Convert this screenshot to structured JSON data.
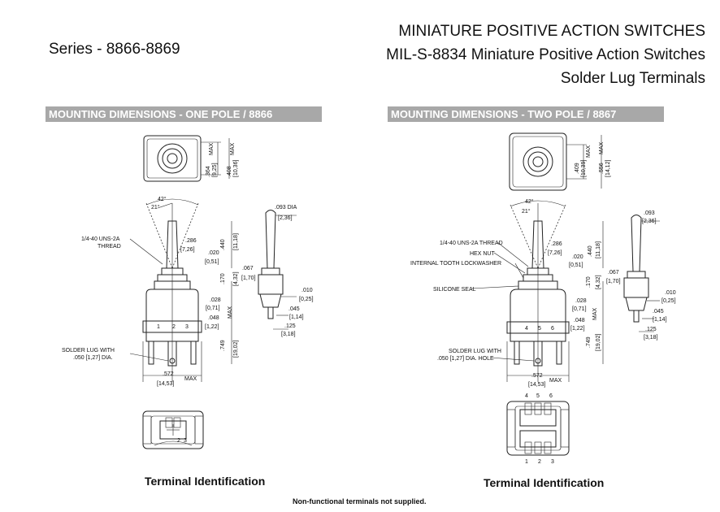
{
  "header": {
    "series": "Series - 8866-8869",
    "title_lines": [
      "MINIATURE POSITIVE ACTION SWITCHES",
      "MIL-S-8834 Miniature Positive Action Switches",
      "Solder Lug Terminals"
    ]
  },
  "sections": {
    "one_pole": "MOUNTING DIMENSIONS - ONE POLE / 8866",
    "two_pole": "MOUNTING DIMENSIONS - TWO POLE / 8867"
  },
  "one_pole_drawing": {
    "angle_42": "42°",
    "angle_21": "21°",
    "thread": [
      "1/4-40 UNS-2A",
      "THREAD"
    ],
    "top_dims": [
      ".364",
      "[9,25]",
      "MAX",
      ".408",
      "[10,36]",
      "MAX"
    ],
    "d_286": ".286",
    "d_726": "[7,26]",
    "d_020": ".020",
    "d_051": "[0,51]",
    "d_440": ".440",
    "d_1118": "[11,18]",
    "d_170": ".170",
    "d_432": "[4,32]",
    "d_028": ".028",
    "d_071": "[0,71]",
    "max": "MAX",
    "d_048": ".048",
    "d_122": "[1,22]",
    "d_749": ".749",
    "d_1902": "[19,02]",
    "d_572": ".572",
    "d_1453": "[14,53]",
    "terminals": [
      "1",
      "2",
      "3"
    ],
    "lug": [
      "SOLDER LUG WITH",
      ".050 [1,27] DIA."
    ],
    "side_093": ".093 DIA",
    "side_236": "[2,36]",
    "side_067": ".067",
    "side_170": "[1,70]",
    "side_010": ".010",
    "side_025": "[0,25]",
    "side_045": ".045",
    "side_114": "[1,14]",
    "side_125": ".125",
    "side_318": "[3,18]",
    "bottom_terms": [
      "2",
      "3"
    ]
  },
  "two_pole_drawing": {
    "angle_42": "42°",
    "angle_21": "21°",
    "callouts": [
      "1/4-40 UNS-2A THREAD",
      "HEX NUT",
      "INTERNAL TOOTH LOCKWASHER",
      "SILICONE SEAL"
    ],
    "top_dims": [
      ".409",
      "[10,39]",
      "MAX",
      ".556",
      "[14,12]",
      "MAX"
    ],
    "d_286": ".286",
    "d_726": "[7,26]",
    "d_020": ".020",
    "d_051": "[0,51]",
    "d_440": ".440",
    "d_1118": "[11,18]",
    "d_170": ".170",
    "d_432": "[4,32]",
    "d_028": ".028",
    "d_071": "[0,71]",
    "max": "MAX",
    "d_048": ".048",
    "d_122": "[1,22]",
    "d_749": ".749",
    "d_1902": "[19,02]",
    "d_572": ".572",
    "d_1453": "[14,53]",
    "terminals": [
      "4",
      "5",
      "6"
    ],
    "lug": [
      "SOLDER LUG WITH",
      ".050 [1,27] DIA. HOLE"
    ],
    "side_093": ".093",
    "side_236": "[2,36]",
    "side_067": ".067",
    "side_170": "[1,70]",
    "side_010": ".010",
    "side_025": "[0,25]",
    "side_045": ".045",
    "side_114": "[1,14]",
    "side_125": ".125",
    "side_318": "[3,18]",
    "bottom_top": [
      "4",
      "5",
      "6"
    ],
    "bottom_bot": [
      "1",
      "2",
      "3"
    ]
  },
  "footer": {
    "terminal_id_1": "Terminal Identification",
    "terminal_id_2": "Terminal Identification",
    "note": "Non-functional terminals not supplied."
  }
}
